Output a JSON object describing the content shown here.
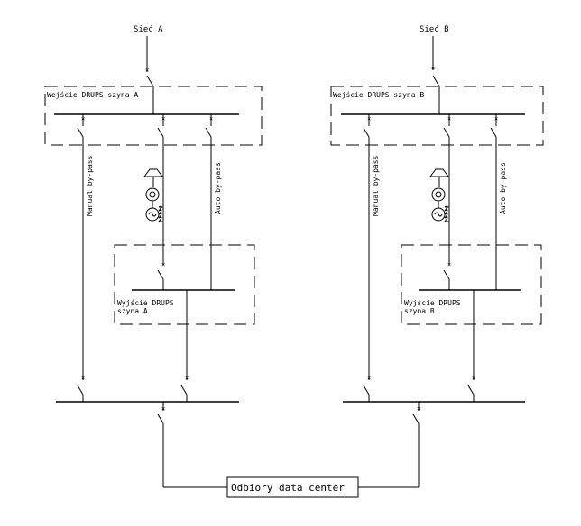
{
  "colors": {
    "line": "#000000",
    "background": "#ffffff"
  },
  "left": {
    "source_label": "Sieć A",
    "input_bus_label": "Wejście DRUPS szyna A",
    "manual_bypass_label": "Manual by-pass",
    "auto_bypass_label": "Auto by-pass",
    "output_bus_label_line1": "Wyjście DRUPS",
    "output_bus_label_line2": "szyna A"
  },
  "right": {
    "source_label": "Sieć B",
    "input_bus_label": "Wejście DRUPS szyna B",
    "manual_bypass_label": "Manual by-pass",
    "auto_bypass_label": "Auto by-pass",
    "output_bus_label_line1": "Wyjście DRUPS",
    "output_bus_label_line2": "szyna B"
  },
  "load": {
    "label": "Odbiory data center"
  }
}
